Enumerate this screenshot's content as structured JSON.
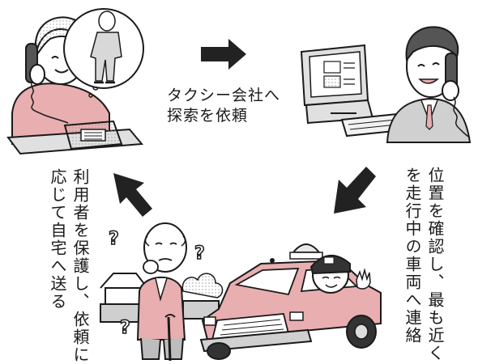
{
  "steps": {
    "step1": {
      "line1": "タクシー会社へ",
      "line2": "探索を依頼"
    },
    "step2": {
      "col1": "位置を確認し、最も近く",
      "col2": "を走行中の車両へ連絡"
    },
    "step3": {
      "col1": "利用者を保護し、依頼に",
      "col2": "応じて自宅へ送る"
    }
  },
  "colors": {
    "pink": "#e8aeb0",
    "line": "#1a1a1a",
    "gray": "#c8c8c8",
    "arrow": "#222222"
  },
  "icons": [
    "arrow-right-icon",
    "arrow-down-left-icon",
    "arrow-up-left-icon",
    "question-mark-icon"
  ]
}
